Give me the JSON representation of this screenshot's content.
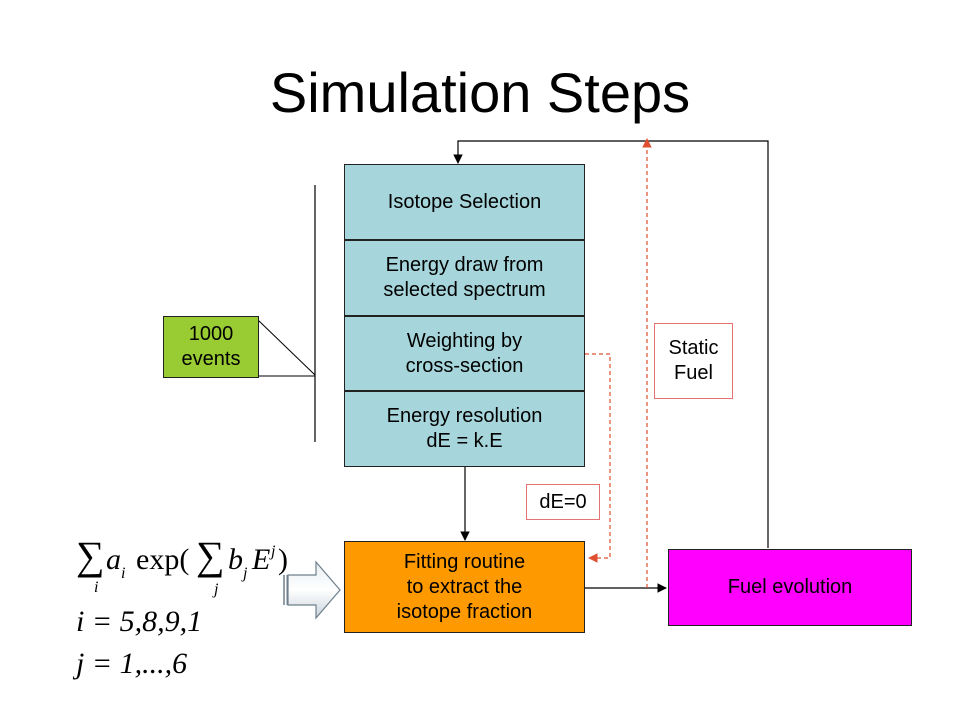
{
  "title": "Simulation Steps",
  "steps": {
    "isotope_selection": "Isotope Selection",
    "energy_draw": [
      "Energy draw from",
      "selected spectrum"
    ],
    "weighting": [
      "Weighting by",
      "cross-section"
    ],
    "energy_resolution": [
      "Energy resolution",
      "dE = k.E"
    ]
  },
  "events": [
    "1000",
    "events"
  ],
  "static_fuel": [
    "Static",
    "Fuel"
  ],
  "de_zero": "dE=0",
  "fitting": [
    "Fitting routine",
    "to extract the",
    "isotope fraction"
  ],
  "fuel_evolution": "Fuel evolution",
  "formula": {
    "sum": "∑",
    "sub_i": "i",
    "a": "a",
    "exp": "exp(",
    "sub_j": "j",
    "b": "b",
    "E": "E",
    "close": ")",
    "i_values": "i = 5,8,9,1",
    "j_values": "j = 1,...,6"
  },
  "colors": {
    "cyan": "#a6d6db",
    "green": "#99cc33",
    "orange": "#ff9900",
    "magenta": "#ff00ff",
    "dashed_red": "#e05030"
  }
}
